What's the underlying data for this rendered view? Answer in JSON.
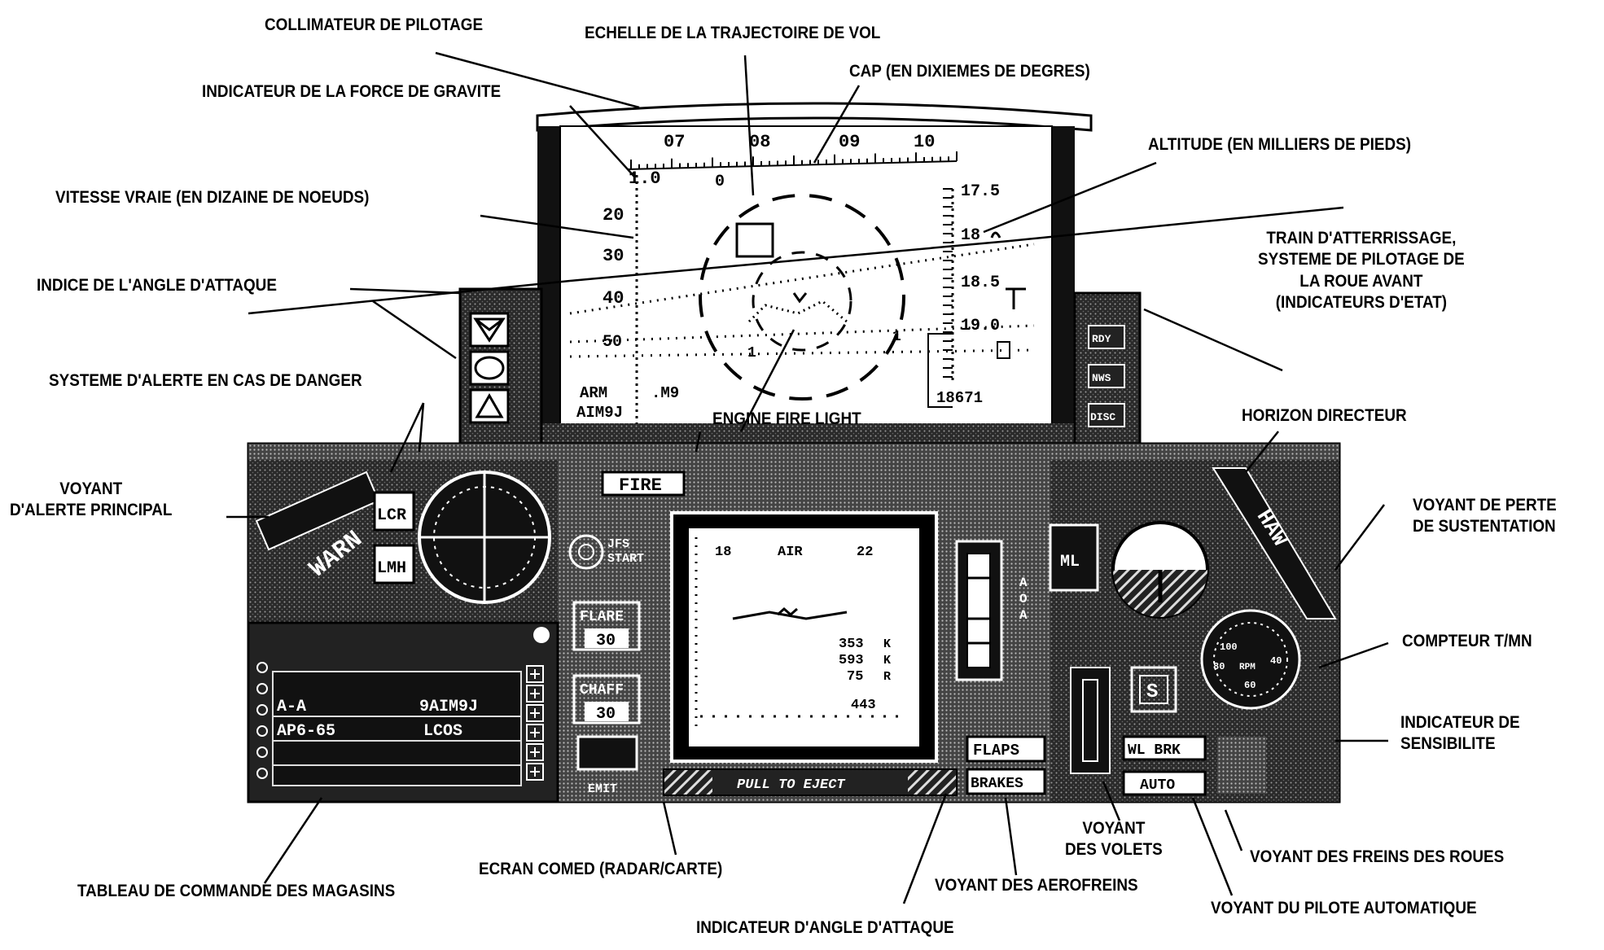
{
  "callouts": {
    "collimateur": "COLLIMATEUR DE PILOTAGE",
    "echelle": "ECHELLE DE LA TRAJECTOIRE DE VOL",
    "cap": "CAP (EN DIXIEMES DE DEGRES)",
    "gravite": "INDICATEUR DE LA FORCE DE GRAVITE",
    "altitude": "ALTITUDE (EN MILLIERS DE PIEDS)",
    "vitesse": "VITESSE VRAIE (EN DIZAINE DE NOEUDS)",
    "train": [
      "TRAIN D'ATTERRISSAGE,",
      "SYSTEME DE PILOTAGE DE",
      "LA ROUE AVANT",
      "(INDICATEURS D'ETAT)"
    ],
    "indice_aoa": "INDICE DE L'ANGLE D'ATTAQUE",
    "danger": "SYSTEME D'ALERTE EN CAS DE DANGER",
    "engine_fire": "ENGINE FIRE LIGHT",
    "horizon": "HORIZON DIRECTEUR",
    "voyant_alerte": [
      "VOYANT",
      "D'ALERTE PRINCIPAL"
    ],
    "perte": [
      "VOYANT DE PERTE",
      "DE SUSTENTATION"
    ],
    "compteur": "COMPTEUR T/MN",
    "sensibilite": [
      "INDICATEUR DE",
      "SENSIBILITE"
    ],
    "volets": [
      "VOYANT",
      "DES VOLETS"
    ],
    "freins_roues": "VOYANT DES FREINS DES ROUES",
    "comed": "ECRAN COMED (RADAR/CARTE)",
    "magasins": "TABLEAU DE COMMANDE DES MAGASINS",
    "aerofreins": "VOYANT DES AEROFREINS",
    "pilote_auto": "VOYANT DU PILOTE AUTOMATIQUE",
    "indicateur_aoa": "INDICATEUR D'ANGLE D'ATTAQUE"
  },
  "hud": {
    "heading_ticks": [
      "07",
      "08",
      "09",
      "10"
    ],
    "speed_ticks": [
      "20",
      "30",
      "40",
      "50"
    ],
    "alt_ticks": [
      "17.5",
      "18",
      "18.5",
      "19.0"
    ],
    "g_value": "1.0",
    "arm": "ARM",
    "weapon": "AIM9J",
    "m_value": ".M9",
    "alt_readout": "18671",
    "pitch_left": "1",
    "pitch_right": "1",
    "zero": "0"
  },
  "panel": {
    "warn": "WARN",
    "stall": "HAW",
    "lcr": "LCR",
    "lmh": "LMH",
    "fire": "FIRE",
    "jfs": [
      "JFS",
      "START"
    ],
    "flare": "FLARE",
    "flare_count": "30",
    "chaff": "CHAFF",
    "chaff_count": "30",
    "emit": "EMIT",
    "pull": "PULL TO EJECT",
    "rdy": "RDY",
    "nws": "NWS",
    "disc": "DISC",
    "ml": "ML",
    "s": "S",
    "aoa": "AOA",
    "flaps": "FLAPS",
    "brakes": "BRAKES",
    "wl_brk": "WL BRK",
    "auto": "AUTO",
    "stores": [
      "A-A",
      "9AIM9J",
      "AP6-65",
      "LCOS"
    ],
    "comed": {
      "top_left": "18",
      "mode": "AIR",
      "top_right": "22",
      "values": [
        "353",
        "593",
        "75"
      ],
      "units": [
        "K",
        "K",
        "R"
      ],
      "bottom": "443"
    },
    "rpm": [
      "100",
      "80",
      "60",
      "40",
      "RPM"
    ]
  }
}
